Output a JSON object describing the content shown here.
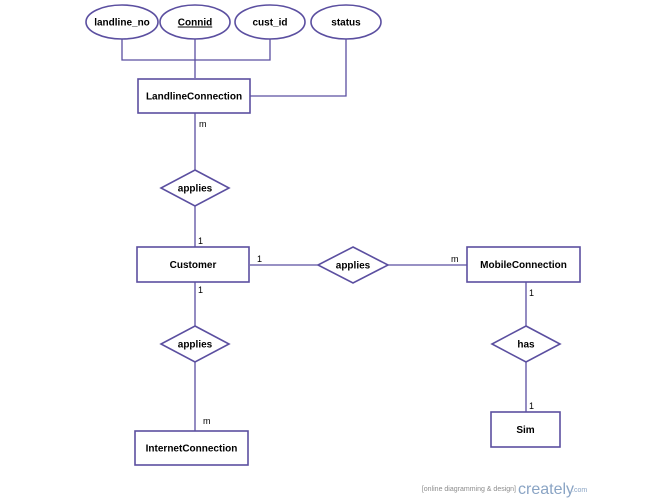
{
  "diagram": {
    "colors": {
      "stroke": "#5b4fa0",
      "fill": "#ffffff",
      "text": "#000000"
    },
    "attributes": {
      "landline_no": "landline_no",
      "connid": "Connid",
      "cust_id": "cust_id",
      "status": "status"
    },
    "entities": {
      "landline_connection": "LandlineConnection",
      "customer": "Customer",
      "mobile_connection": "MobileConnection",
      "internet_connection": "InternetConnection",
      "sim": "Sim"
    },
    "relationships": {
      "applies_landline": "applies",
      "applies_mobile": "applies",
      "applies_internet": "applies",
      "has_sim": "has"
    },
    "cardinalities": {
      "landline_side": "m",
      "customer_top": "1",
      "customer_right": "1",
      "mobile_side": "m",
      "customer_bottom": "1",
      "internet_side": "m",
      "mobile_bottom": "1",
      "sim_top": "1"
    }
  },
  "watermark": {
    "tagline": "[online diagramming & design]",
    "brand": "creately",
    "suffix": ".com",
    "colors": {
      "brand": "#8aa4c4",
      "tagline": "#8c8c8c"
    }
  }
}
